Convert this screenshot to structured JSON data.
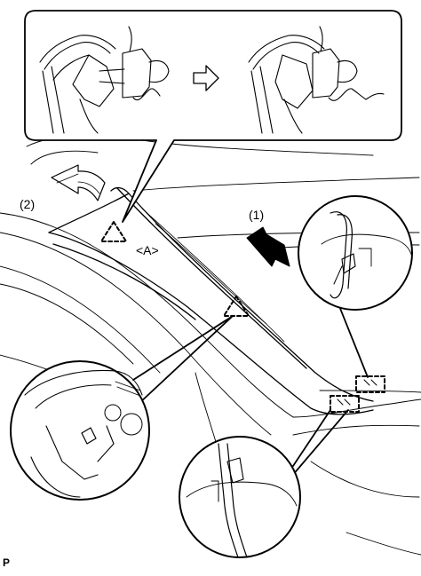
{
  "labels": {
    "step2": "(2)",
    "step1": "(1)",
    "clipA": "<A>",
    "figure_code": "P"
  },
  "colors": {
    "line": "#000000",
    "background": "#ffffff"
  },
  "icons": [
    "push-arrow-icon",
    "pull-arrow-icon",
    "transition-arrow-icon",
    "clip-marker-triangle-icon",
    "clip-marker-box-icon"
  ]
}
